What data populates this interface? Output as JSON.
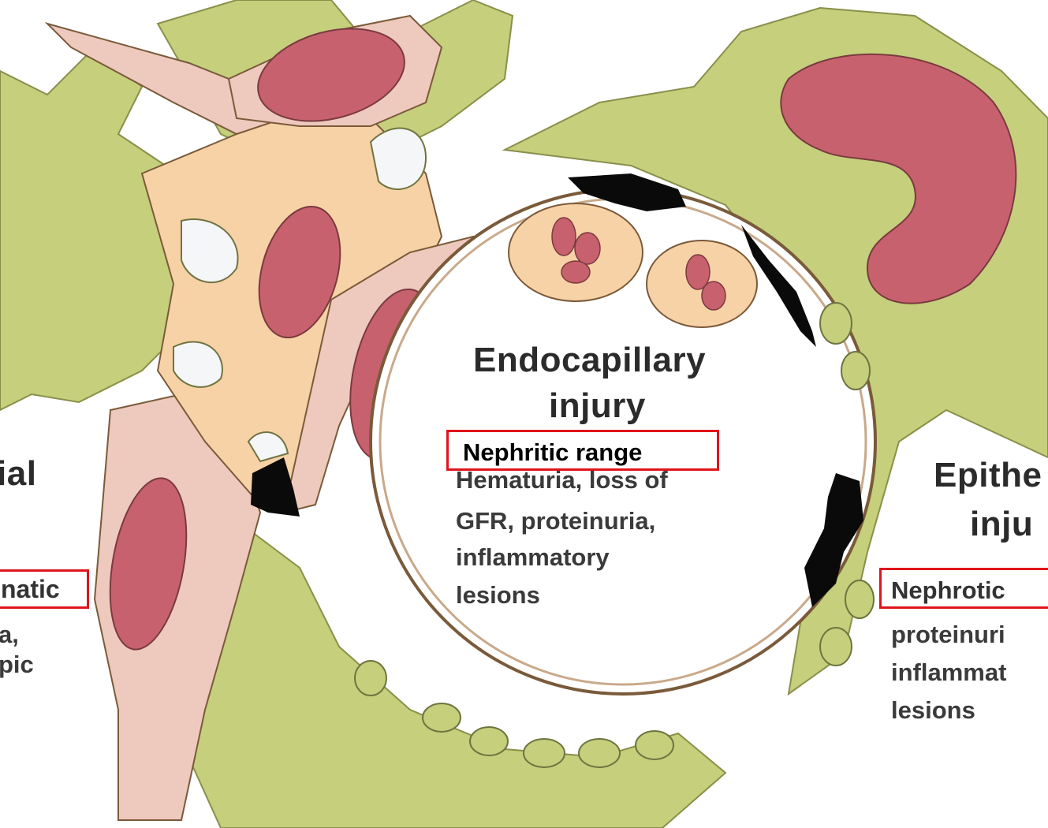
{
  "panels": {
    "left": {
      "heading": "ial",
      "box_label": "natic",
      "body_lines": [
        "a,",
        "pic"
      ]
    },
    "center": {
      "heading_lines": [
        "Endocapillary",
        "injury"
      ],
      "box_label": "Nephritic range",
      "body_lines": [
        "Hematuria, loss of",
        "GFR, proteinuria,",
        "inflammatory",
        "lesions"
      ]
    },
    "right": {
      "heading_lines": [
        "Epithe",
        "inju"
      ],
      "box_label": "Nephrotic",
      "body_lines": [
        "proteinuri",
        "inflammat",
        "lesions"
      ]
    }
  },
  "colors": {
    "tubule_green": "#c5cf7c",
    "cell_pink": "#eec9bd",
    "mesangium_peach": "#f7d2a6",
    "nucleus_red": "#c8616e",
    "highlight_box": "#e0141b"
  }
}
